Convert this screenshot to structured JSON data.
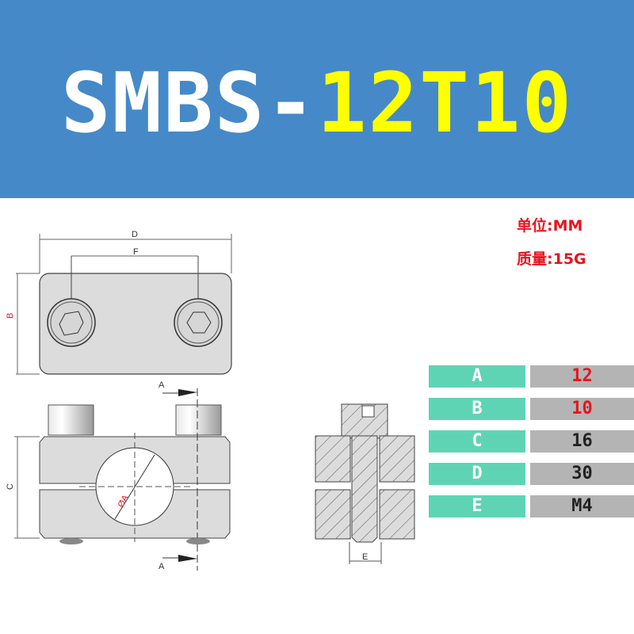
{
  "title": {
    "part_white": "SMBS-",
    "part_yellow": "12T10"
  },
  "meta": {
    "unit": "单位:MM",
    "weight": "质量:15G"
  },
  "dimension_labels": {
    "D": "D",
    "F": "F",
    "B": "B",
    "C": "C",
    "A": "A",
    "phiA": "ØA",
    "E": "E",
    "section_top": "A",
    "section_bottom": "A"
  },
  "spec_table": [
    {
      "key": "A",
      "value": "12",
      "highlight": true
    },
    {
      "key": "B",
      "value": "10",
      "highlight": true
    },
    {
      "key": "C",
      "value": "16",
      "highlight": false
    },
    {
      "key": "D",
      "value": "30",
      "highlight": false
    },
    {
      "key": "E",
      "value": "M4",
      "highlight": false
    }
  ],
  "colors": {
    "header_bg": "#4589c8",
    "title_white": "#ffffff",
    "title_yellow": "#ffff00",
    "key_bg": "#5fd4b4",
    "value_bg": "#b4b4b4",
    "red": "#e8141e"
  }
}
